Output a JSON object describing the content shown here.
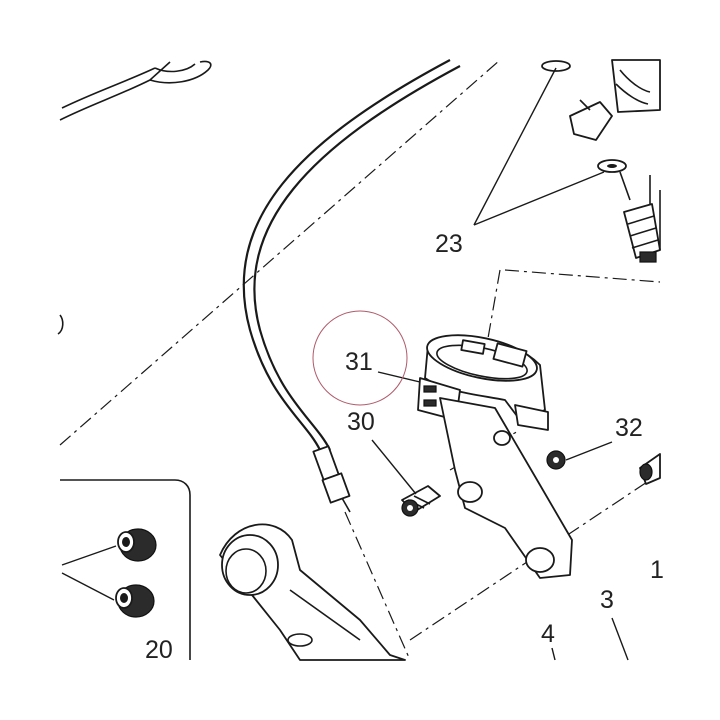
{
  "callouts": {
    "c23": "23",
    "c31": "31",
    "c30": "30",
    "c32": "32",
    "c1": "1",
    "c3": "3",
    "c4": "4",
    "c20": "20"
  },
  "colors": {
    "line": "#1a1a1a",
    "highlight_circle": "#b05a6a",
    "background": "#ffffff"
  }
}
